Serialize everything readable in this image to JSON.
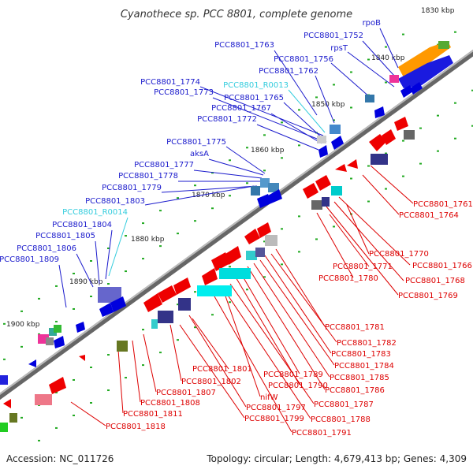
{
  "title": "Cyanothece sp. PCC 8801, complete genome",
  "footer": {
    "accession": "Accession: NC_011726",
    "summary": "Topology: circular; Length: 4,679,413 bp; Genes: 4,309"
  },
  "kbp_ticks": [
    "1830 kbp",
    "1840 kbp",
    "1850 kbp",
    "1860 kbp",
    "1870 kbp",
    "1880 kbp",
    "1890 kbp",
    "1900 kbp"
  ],
  "colors": {
    "forward_label": "#1a1acc",
    "reverse_label": "#dd0000",
    "rna_label": "#33ccdd",
    "backbone": "#999999"
  },
  "labels_top": [
    "rpoB",
    "PCC8801_1752",
    "rpsT",
    "PCC8801_1763",
    "PCC8801_1756",
    "PCC8801_1762",
    "PCC8801_1774",
    "PCC8801_R0013",
    "PCC8801_1773",
    "PCC8801_1765",
    "PCC8801_1767",
    "PCC8801_1772",
    "PCC8801_1775",
    "aksA",
    "PCC8801_1777",
    "PCC8801_1778",
    "PCC8801_1779",
    "PCC8801_1803",
    "PCC8801_R0014",
    "PCC8801_1804",
    "PCC8801_1805",
    "PCC8801_1806",
    "PCC8801_1809"
  ],
  "labels_bottom": [
    "PCC8801_1761",
    "PCC8801_1764",
    "PCC8801_1770",
    "PCC8801_1766",
    "PCC8801_1771",
    "PCC8801_1768",
    "PCC8801_1780",
    "PCC8801_1769",
    "PCC8801_1781",
    "PCC8801_1782",
    "PCC8801_1783",
    "PCC8801_1784",
    "PCC8801_1801",
    "PCC8801_1785",
    "PCC8801_1789",
    "PCC8801_1786",
    "PCC8801_1802",
    "PCC8801_1790",
    "PCC8801_1807",
    "nifW",
    "PCC8801_1787",
    "PCC8801_1808",
    "PCC8801_1797",
    "PCC8801_1788",
    "PCC8801_1811",
    "PCC8801_1799",
    "PCC8801_1791",
    "PCC8801_1818"
  ]
}
